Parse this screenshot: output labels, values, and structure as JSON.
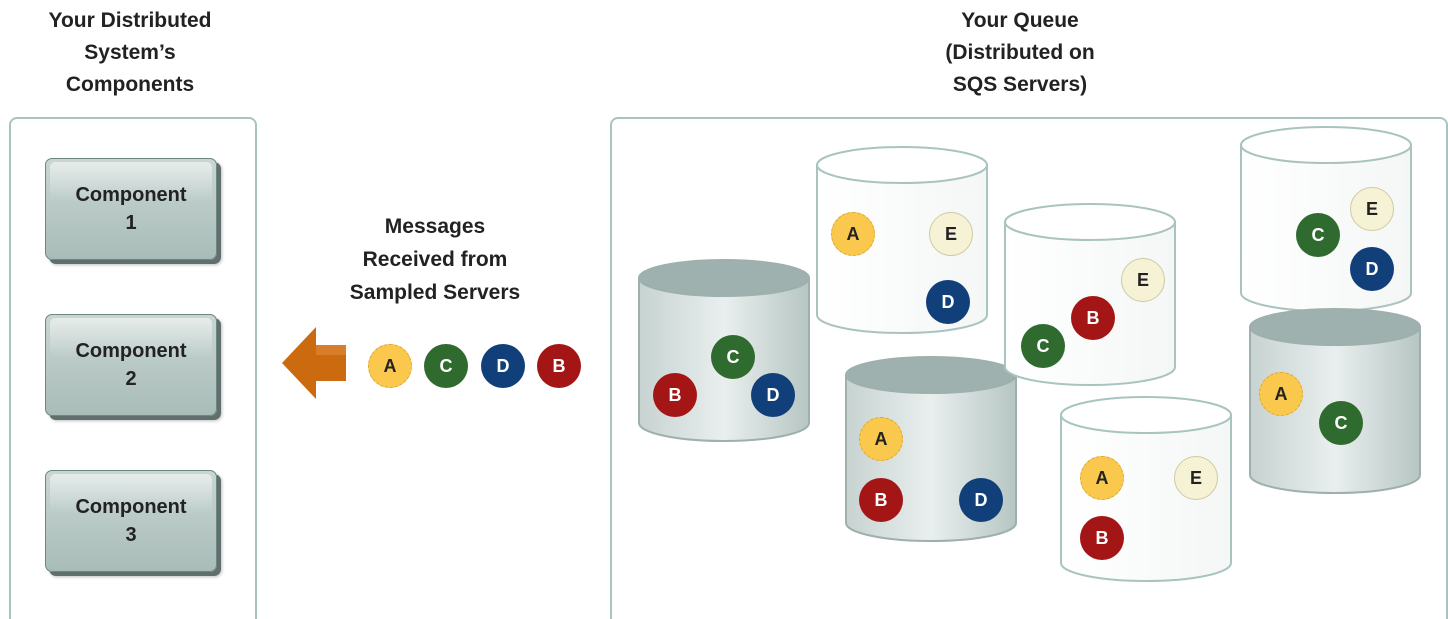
{
  "headings": {
    "components": [
      "Your Distributed",
      "System’s",
      "Components"
    ],
    "queue": [
      "Your Queue",
      "(Distributed on",
      "SQS Servers)"
    ],
    "messages": [
      "Messages",
      "Received from",
      "Sampled Servers"
    ]
  },
  "components": [
    {
      "label": "Component",
      "number": "1"
    },
    {
      "label": "Component",
      "number": "2"
    },
    {
      "label": "Component",
      "number": "3"
    }
  ],
  "received_messages": [
    "A",
    "C",
    "D",
    "B"
  ],
  "servers": [
    {
      "shade": "gray",
      "sampled": true,
      "messages": [
        "B",
        "C",
        "D"
      ]
    },
    {
      "shade": "white",
      "sampled": false,
      "messages": [
        "A",
        "E",
        "D"
      ]
    },
    {
      "shade": "gray",
      "sampled": true,
      "messages": [
        "A",
        "B",
        "D"
      ]
    },
    {
      "shade": "white",
      "sampled": false,
      "messages": [
        "E",
        "C",
        "B"
      ]
    },
    {
      "shade": "white",
      "sampled": false,
      "messages": [
        "A",
        "E",
        "B"
      ]
    },
    {
      "shade": "white",
      "sampled": false,
      "messages": [
        "E",
        "C",
        "D"
      ]
    },
    {
      "shade": "gray",
      "sampled": true,
      "messages": [
        "A",
        "C"
      ]
    }
  ],
  "colors": {
    "A": "#f9c84d",
    "B": "#a41616",
    "C": "#2f6a2f",
    "D": "#103f79",
    "E": "#f6f2d6",
    "arrow": "#cc6a10",
    "panel_border": "#a9c4c0",
    "server_gray": "#c3cfcd"
  },
  "icons": {
    "receive_arrow": "arrow-left-icon",
    "server": "cylinder-server-icon"
  }
}
